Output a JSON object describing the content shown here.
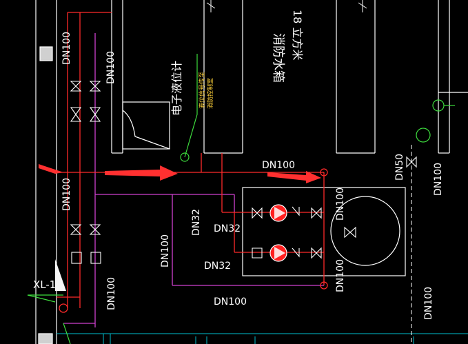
{
  "tank": {
    "name": "消防水箱",
    "volume": "18 立方米"
  },
  "level_gauge": {
    "name": "电子液位计",
    "note_line1": "液位信号传至",
    "note_line2": "消防控制室"
  },
  "pipe_labels": {
    "main_top_left": "DN100",
    "main_top_right": "DN100",
    "main_left_vertical": "DN100",
    "horizontal_top": "DN100",
    "horizontal_bottom": "DN100",
    "riser_mid": "DN100",
    "riser_low": "DN100",
    "branch_1": "DN32",
    "branch_2": "DN32",
    "branch_3": "DN32",
    "pump_out_top": "DN100",
    "pump_out_bottom": "DN100",
    "right_upper": "DN100",
    "right_lower": "DN100",
    "overflow": "DN50"
  },
  "riser_tag": "XL-1",
  "colors": {
    "background": "#000000",
    "structure": "#ffffff",
    "supply_pipe": "#ff2a2a",
    "drain_pipe": "#d040d0",
    "signal_wire": "#3ddc3d",
    "annotation": "#ffd23a",
    "grid": "#00c0d0",
    "arrow": "#ff3030"
  }
}
